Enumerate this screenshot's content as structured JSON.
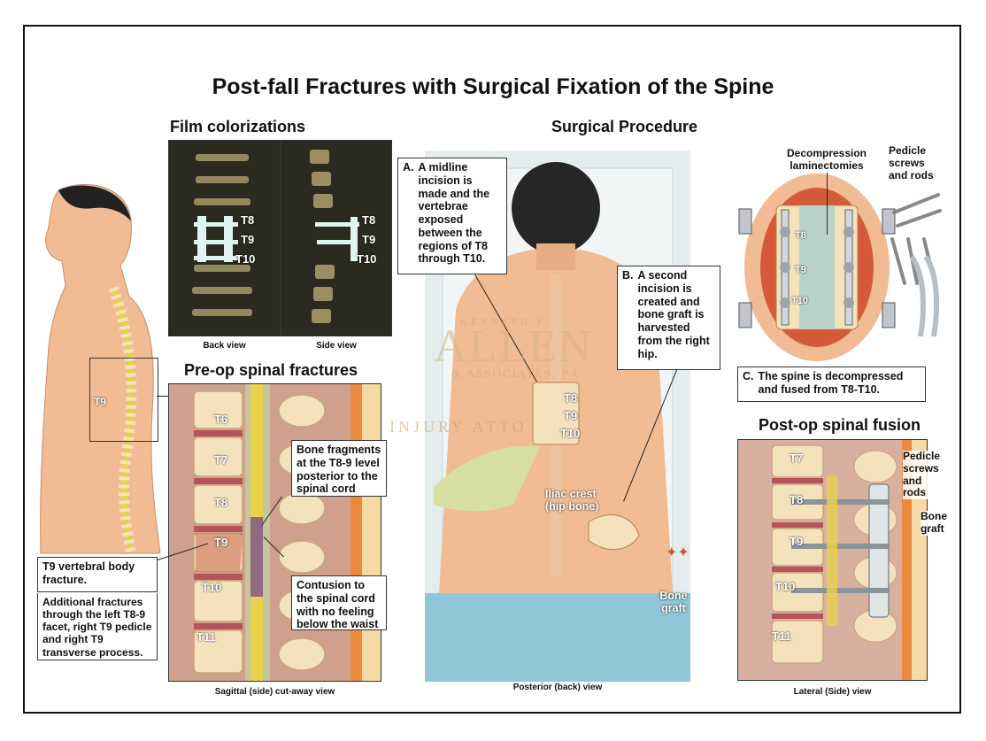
{
  "title": "Post-fall Fractures with Surgical Fixation of the Spine",
  "film": {
    "heading": "Film colorizations",
    "back_caption": "Back view",
    "side_caption": "Side view",
    "labels": [
      "T8",
      "T9",
      "T10"
    ]
  },
  "patient": {
    "t9_label": "T9"
  },
  "preop": {
    "heading": "Pre-op spinal fractures",
    "caption": "Sagittal (side) cut-away view",
    "vertebrae": [
      "T6",
      "T7",
      "T8",
      "T9",
      "T10",
      "T11"
    ],
    "bone_fragments": "Bone fragments at the T8-9 level posterior to the spinal cord",
    "contusion": "Contusion to the spinal cord with no feeling below the waist",
    "t9_fracture": "T9 vertebral body fracture.",
    "additional": "Additional fractures through the left T8-9 facet, right T9 pedicle and right T9 transverse process."
  },
  "procedure": {
    "heading": "Surgical Procedure",
    "step_a_letter": "A.",
    "step_a": "A midline incision is made and the vertebrae exposed between the regions of T8 through T10.",
    "step_b_letter": "B.",
    "step_b": "A second incision is created and bone graft is harvested from the right hip.",
    "iliac": "Iliac crest (hip bone)",
    "bone_graft": "Bone graft",
    "back_labels": [
      "T8",
      "T9",
      "T10"
    ],
    "caption": "Posterior (back) view"
  },
  "decompression": {
    "label": "Decompression laminectomies",
    "screws": "Pedicle screws and rods",
    "labels": [
      "T8",
      "T9",
      "T10"
    ],
    "step_c_letter": "C.",
    "step_c": "The spine is decompressed and fused from T8-T10."
  },
  "postop": {
    "heading": "Post-op spinal fusion",
    "vertebrae": [
      "T7",
      "T8",
      "T9",
      "T10",
      "T11"
    ],
    "screws": "Pedicle screws and rods",
    "bone_graft": "Bone graft",
    "caption": "Lateral (Side) view"
  },
  "watermark": {
    "line1": "KENNETH J.",
    "line2": "ALLEN",
    "line3": "& ASSOCIATES, P.C.",
    "line4": "INJURY ATTO"
  },
  "colors": {
    "skin": "#f1bb93",
    "bone": "#f4e2bd",
    "film_bg": "#2a2a20",
    "cord": "#e8d24a",
    "blue_field": "#8fc6d8"
  }
}
